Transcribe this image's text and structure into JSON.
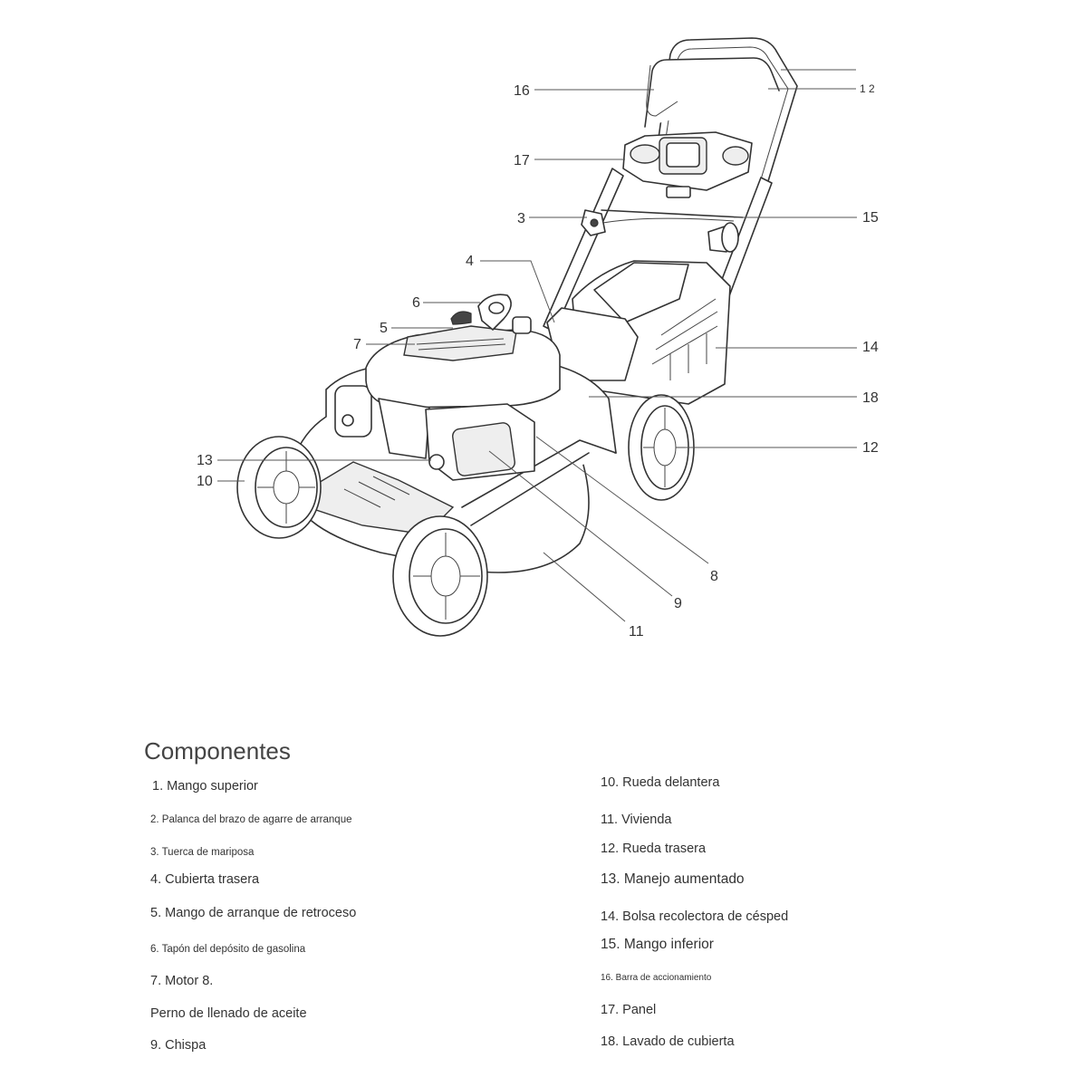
{
  "callouts": {
    "c1": "1 2",
    "c2": "16",
    "c3": "17",
    "c4": "3",
    "c5": "15",
    "c6": "4",
    "c7": "6",
    "c8": "5",
    "c9": "7",
    "c10": "14",
    "c11": "18",
    "c12": "12",
    "c13": "13",
    "c14": "10",
    "c15": "8",
    "c16": "9",
    "c17": "11"
  },
  "components": {
    "title": "Componentes",
    "left": [
      "1. Mango superior",
      "2. Palanca del brazo de agarre de arranque",
      "3. Tuerca de mariposa",
      "4. Cubierta trasera",
      "5. Mango de arranque de retroceso",
      "6. Tapón del depósito de gasolina",
      "7. Motor 8.",
      "Perno de llenado de aceite",
      "9. Chispa"
    ],
    "right": [
      "10. Rueda delantera",
      "11. Vivienda",
      "12. Rueda trasera",
      "13. Manejo aumentado",
      "14. Bolsa recolectora de césped",
      "15. Mango inferior",
      "16. Barra de accionamiento",
      "17. Panel",
      "18. Lavado de cubierta"
    ]
  }
}
